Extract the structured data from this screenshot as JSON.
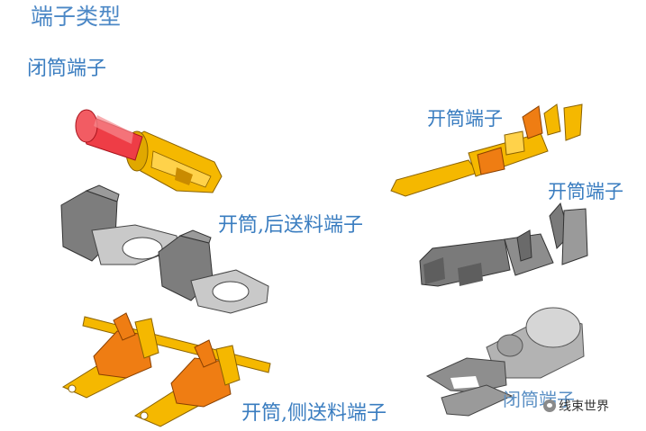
{
  "title": "端子类型",
  "labels": {
    "closed_barrel": "闭筒端子",
    "open_barrel_1": "开筒端子",
    "open_barrel_2": "开筒端子",
    "open_rear_feed": "开筒,后送料端子",
    "open_side_feed": "开筒,侧送料端子",
    "closed_barrel_2": "闭筒端子"
  },
  "watermark": "线束世界",
  "colors": {
    "label_blue": "#3a7dc0",
    "gold": "#f5b800",
    "orange": "#ef7d13",
    "red_insulation": "#e8333e",
    "gray_metal": "#8e8e8e",
    "silver": "#c9c9c9"
  }
}
